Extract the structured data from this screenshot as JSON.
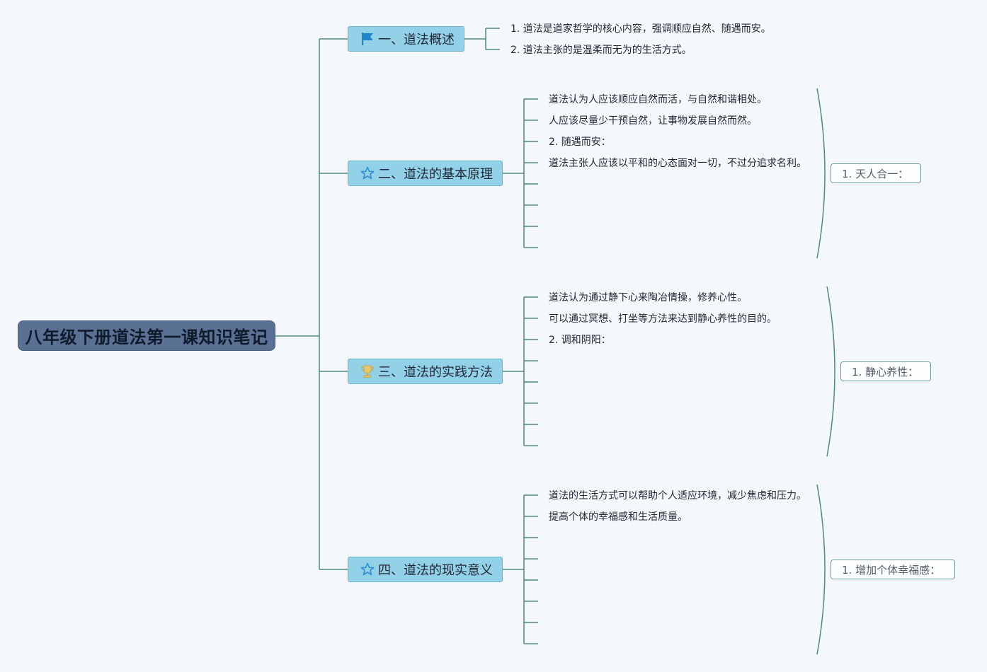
{
  "root": {
    "title": "八年级下册道法第一课知识笔记"
  },
  "topics": [
    {
      "label": "一、道法概述",
      "icon": "flag-icon",
      "notes": [
        "1. 道法是道家哲学的核心内容，强调顺应自然、随遇而安。",
        "2. 道法主张的是温柔而无为的生活方式。"
      ]
    },
    {
      "label": "二、道法的基本原理",
      "icon": "star-icon",
      "notes": [
        "道法认为人应该顺应自然而活，与自然和谐相处。",
        "人应该尽量少干预自然，让事物发展自然而然。",
        "2. 随遇而安：",
        "道法主张人应该以平和的心态面对一切，不过分追求名利。"
      ],
      "summary": "1. 天人合一："
    },
    {
      "label": "三、道法的实践方法",
      "icon": "trophy-icon",
      "notes": [
        "道法认为通过静下心来陶冶情操，修养心性。",
        "可以通过冥想、打坐等方法来达到静心养性的目的。",
        "2. 调和阴阳："
      ],
      "summary": "1. 静心养性："
    },
    {
      "label": "四、道法的现实意义",
      "icon": "star-icon",
      "notes": [
        "道法的生活方式可以帮助个人适应环境，减少焦虑和压力。",
        "提高个体的幸福感和生活质量。"
      ],
      "summary": "1. 增加个体幸福感："
    }
  ],
  "colors": {
    "line": "#4f8a7b",
    "root_fill": "#5a7194",
    "topic_fill": "#93d1e8",
    "flag": "#1f87c9",
    "star": "#2f8fd6",
    "trophy": "#e3c96a"
  }
}
